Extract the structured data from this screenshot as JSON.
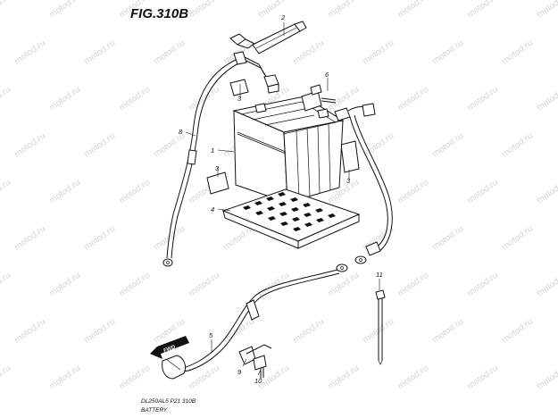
{
  "figure": {
    "title": "FIG.310B",
    "model_line": "DL250AL5  P21  310B",
    "section_name": "BATTERY",
    "forward_badge": "FWD"
  },
  "watermark": {
    "text": "motod.ru"
  },
  "callouts": [
    {
      "id": "c1",
      "label": "1"
    },
    {
      "id": "c2",
      "label": "2"
    },
    {
      "id": "c3a",
      "label": "3"
    },
    {
      "id": "c3b",
      "label": "3"
    },
    {
      "id": "c3c",
      "label": "3"
    },
    {
      "id": "c4",
      "label": "4"
    },
    {
      "id": "c5",
      "label": "5"
    },
    {
      "id": "c6",
      "label": "6"
    },
    {
      "id": "c8",
      "label": "8"
    },
    {
      "id": "c9",
      "label": "9"
    },
    {
      "id": "c10",
      "label": "10"
    },
    {
      "id": "c11",
      "label": "11"
    }
  ]
}
